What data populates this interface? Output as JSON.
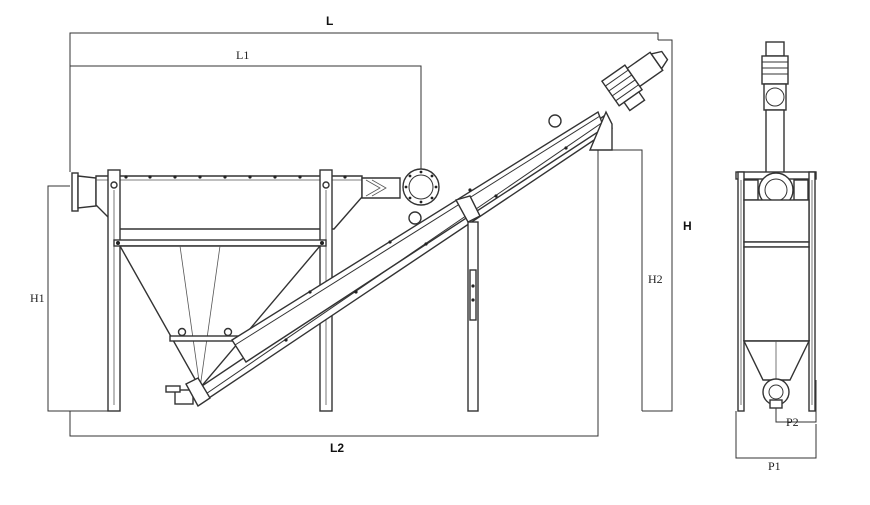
{
  "dimensions": {
    "L": "L",
    "L1": "L1",
    "L2": "L2",
    "H": "H",
    "H1": "H1",
    "H2": "H2",
    "P1": "P1",
    "P2": "P2"
  },
  "colors": {
    "line": "#333333",
    "background": "#ffffff"
  }
}
